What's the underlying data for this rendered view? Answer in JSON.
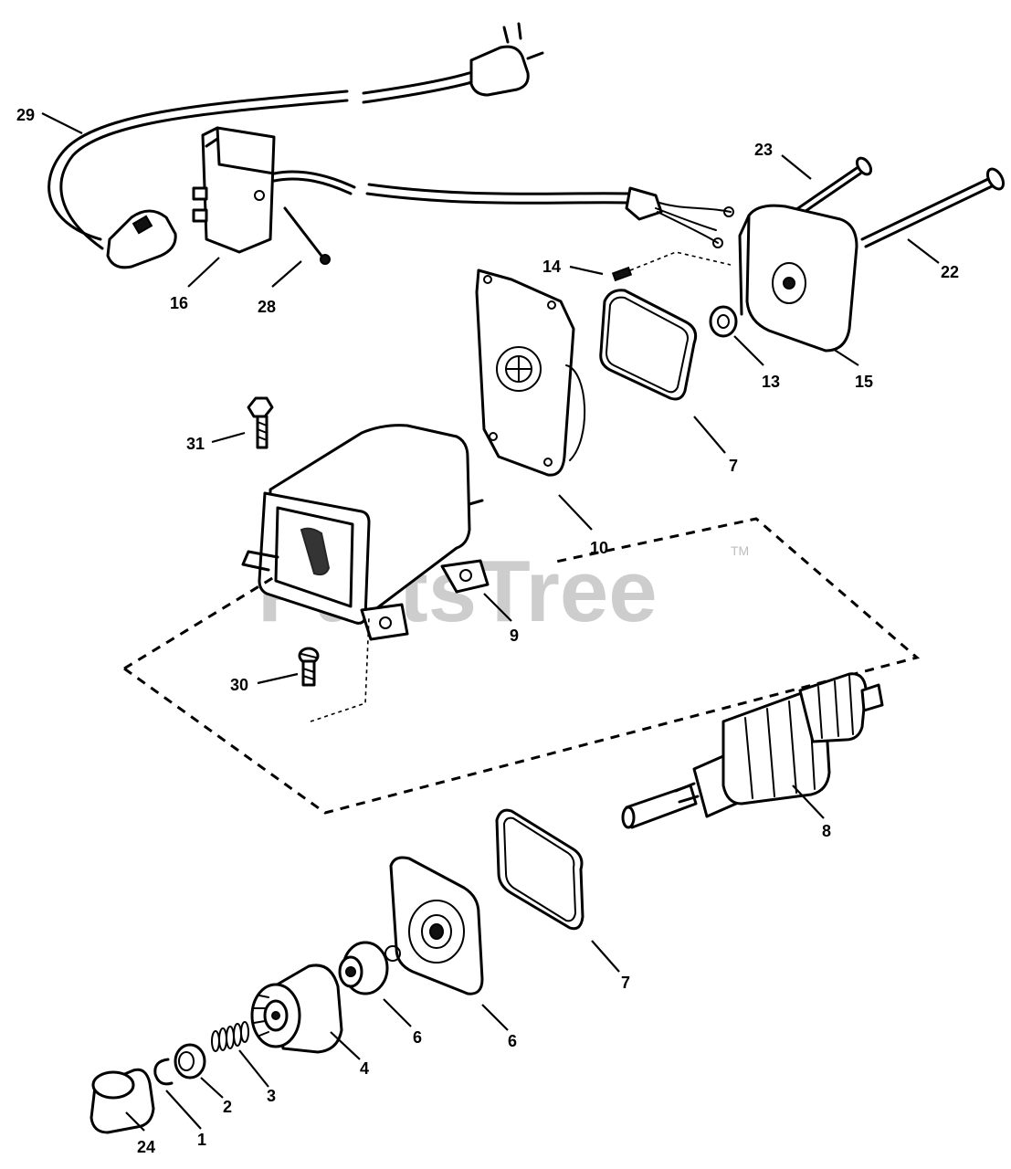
{
  "watermark": {
    "text": "PartsTree",
    "trademark": "TM"
  },
  "callouts": {
    "c29": "29",
    "c16": "16",
    "c28": "28",
    "c23": "23",
    "c22": "22",
    "c14": "14",
    "c13": "13",
    "c15": "15",
    "c31": "31",
    "c7a": "7",
    "c10": "10",
    "c9": "9",
    "c30": "30",
    "c8": "8",
    "c7b": "7",
    "c6a": "6",
    "c6b": "6",
    "c4": "4",
    "c3": "3",
    "c2": "2",
    "c1": "1",
    "c24": "24"
  }
}
